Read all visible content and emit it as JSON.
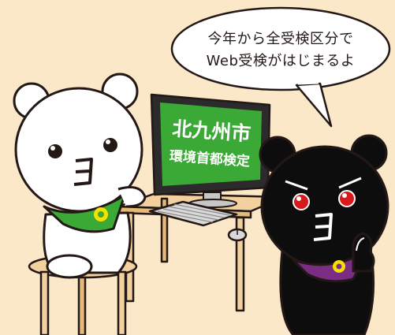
{
  "speech_bubble": {
    "line1": "今年から全受検区分で",
    "line2": "Web受検がはじまるよ"
  },
  "monitor": {
    "title_line1": "北九州市",
    "title_line2": "環境首都検定",
    "screen_color": "#3aa935"
  },
  "colors": {
    "background": "#fbe8c8",
    "white_bear": "#ffffff",
    "black_bear": "#0d0d0d",
    "white_bear_scarf": "#3aa935",
    "black_bear_scarf": "#7a2d83",
    "flower_center": "#f5e000",
    "eye_red": "#d7191c",
    "furniture": "#f3d19f",
    "outline": "#231815"
  },
  "icons": {
    "white_bear_scarf_emblem": "sunflower-icon",
    "black_bear_scarf_emblem": "flower-icon"
  }
}
